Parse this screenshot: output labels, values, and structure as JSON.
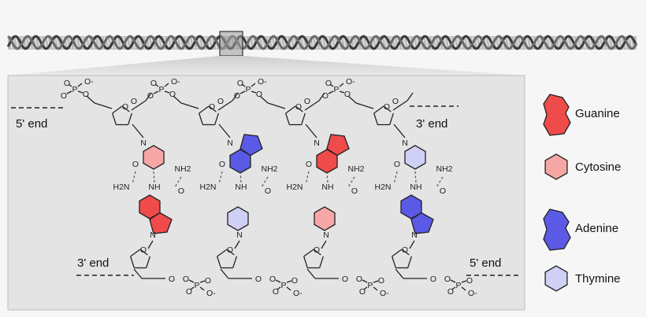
{
  "ends": {
    "top_left": "5' end",
    "top_right": "3' end",
    "bottom_left": "3' end",
    "bottom_right": "5' end"
  },
  "atoms": {
    "phosphorus": "P",
    "oxygen": "O",
    "oxygen_minus": "O-",
    "nitrogen": "N",
    "nh": "NH",
    "nh2": "NH2",
    "h2n": "H2N"
  },
  "legend": [
    {
      "name": "Guanine",
      "color": "#ef4b4b",
      "shape": "double-ring"
    },
    {
      "name": "Cytosine",
      "color": "#f7a6a6",
      "shape": "single-ring"
    },
    {
      "name": "Adenine",
      "color": "#5a5ae6",
      "shape": "double-ring"
    },
    {
      "name": "Thymine",
      "color": "#d0d0f7",
      "shape": "single-ring"
    }
  ],
  "colors": {
    "guanine": "#ef4b4b",
    "cytosine": "#f7a6a6",
    "adenine": "#5a5ae6",
    "thymine": "#d0d0f7",
    "panel": "#e4e4e4",
    "helix": "#8a8a8a"
  }
}
